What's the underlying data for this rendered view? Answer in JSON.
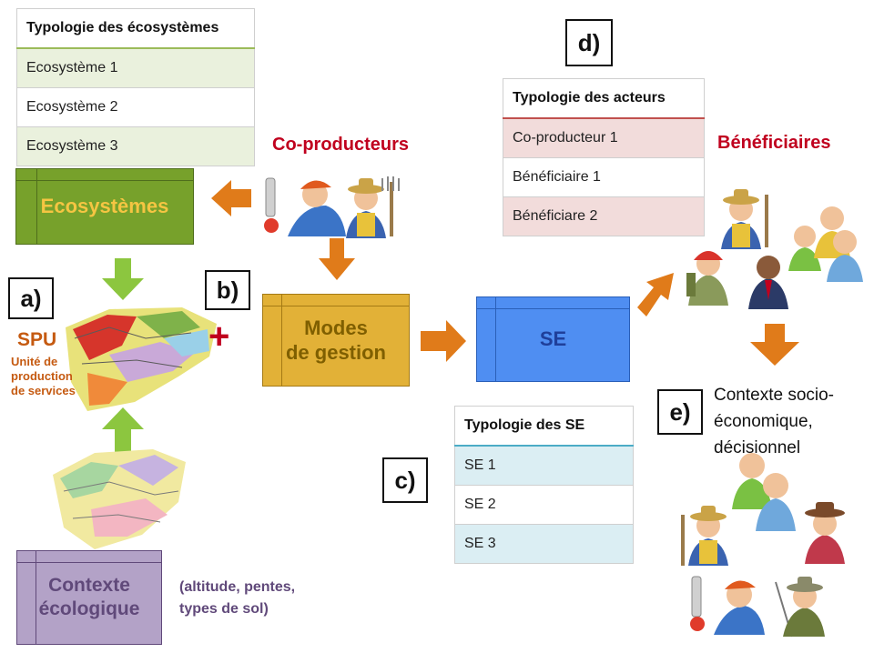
{
  "ecosystem_table": {
    "header": "Typologie des écosystèmes",
    "rows": [
      "Ecosystème 1",
      "Ecosystème 2",
      "Ecosystème 3"
    ]
  },
  "actors_table": {
    "header": "Typologie des acteurs",
    "rows": [
      "Co-producteur  1",
      "Bénéficiaire  1",
      "Bénéficiare  2"
    ]
  },
  "se_table": {
    "header": "Typologie des SE",
    "rows": [
      "SE 1",
      "SE 2",
      "SE 3"
    ]
  },
  "boxes": {
    "ecosystemes": "Ecosystèmes",
    "modes_line1": "Modes",
    "modes_line2": "de gestion",
    "se": "SE",
    "contexte_line1": "Contexte",
    "contexte_line2": "écologique"
  },
  "labels": {
    "coproducteurs": "Co-producteurs",
    "beneficiaires": "Bénéficiaires",
    "spu": "SPU",
    "spu_line1": "Unité de",
    "spu_line2": "production",
    "spu_line3": "de services",
    "eco_context_line1": "(altitude, pentes,",
    "eco_context_line2": "types de sol)",
    "socio_line1": "Contexte socio-",
    "socio_line2": "économique,",
    "socio_line3": "décisionnel",
    "plus": "+"
  },
  "letters": {
    "a": "a)",
    "b": "b)",
    "c": "c)",
    "d": "d)",
    "e": "e)"
  },
  "colors": {
    "eco_green": "#77a12b",
    "eco_text": "#f5c542",
    "modes_gold": "#e2b137",
    "modes_text": "#7f5f00",
    "se_blue": "#4f8ef2",
    "se_text": "#1f3f9a",
    "contexte_purple": "#b3a2c7",
    "contexte_text": "#60497a",
    "arrow_orange": "#e07b1a",
    "arrow_green": "#8cc63f",
    "coprod_red": "#c0001e",
    "spu_orange": "#c55a11"
  },
  "icons": [
    "chainsaw-worker-icon",
    "farmer-icon",
    "hiker-icon",
    "businessman-icon",
    "group-people-icon",
    "cowgirl-icon",
    "fisherman-icon"
  ]
}
